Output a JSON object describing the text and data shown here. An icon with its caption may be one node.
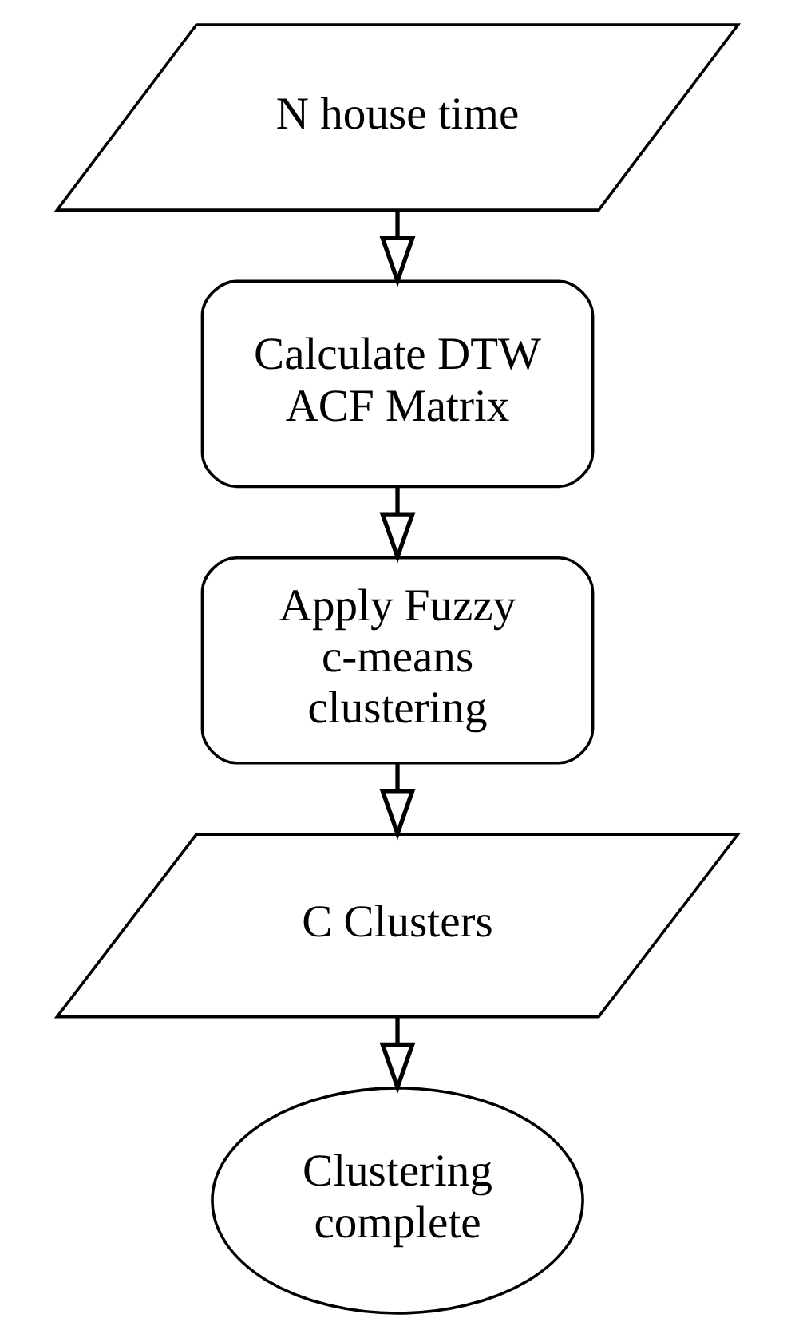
{
  "diagram": {
    "nodes": [
      {
        "text": [
          "N house time"
        ]
      },
      {
        "text": [
          "Calculate DTW ACF Matrix"
        ]
      },
      {
        "text": [
          "Apply Fuzzy c-means clustering"
        ]
      },
      {
        "text": [
          "C Clusters"
        ]
      },
      {
        "text": [
          "Clustering complete"
        ]
      }
    ],
    "edges": [
      {
        "from": 0,
        "to": 1,
        "arrow": "to"
      },
      {
        "from": 1,
        "to": 2,
        "arrow": "to"
      },
      {
        "from": 2,
        "to": 3,
        "arrow": "to"
      },
      {
        "from": 3,
        "to": 4,
        "arrow": "to"
      }
    ]
  }
}
